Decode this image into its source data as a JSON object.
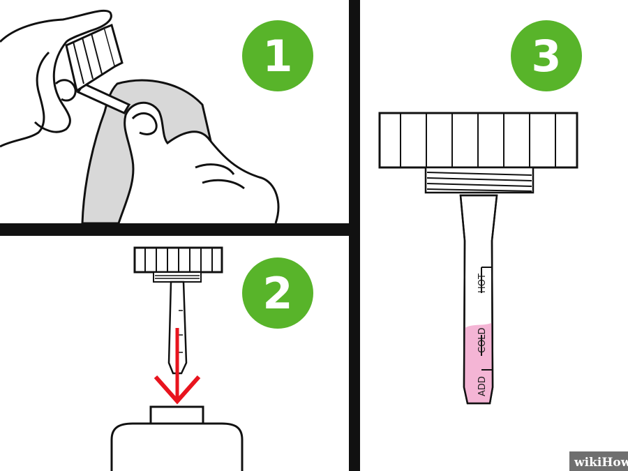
{
  "steps": [
    {
      "number": "1"
    },
    {
      "number": "2"
    },
    {
      "number": "3"
    }
  ],
  "dipstick": {
    "labels": {
      "hot": "HOT",
      "cold": "COLD",
      "add": "ADD"
    },
    "fluid_level_color": "#f4b5d5"
  },
  "colors": {
    "badge_fill": "#58b42a",
    "divider": "#111111",
    "arrow": "#e8141e",
    "cloth": "#d8d8d8"
  },
  "watermark": {
    "prefix": "wiki",
    "suffix": "How"
  }
}
